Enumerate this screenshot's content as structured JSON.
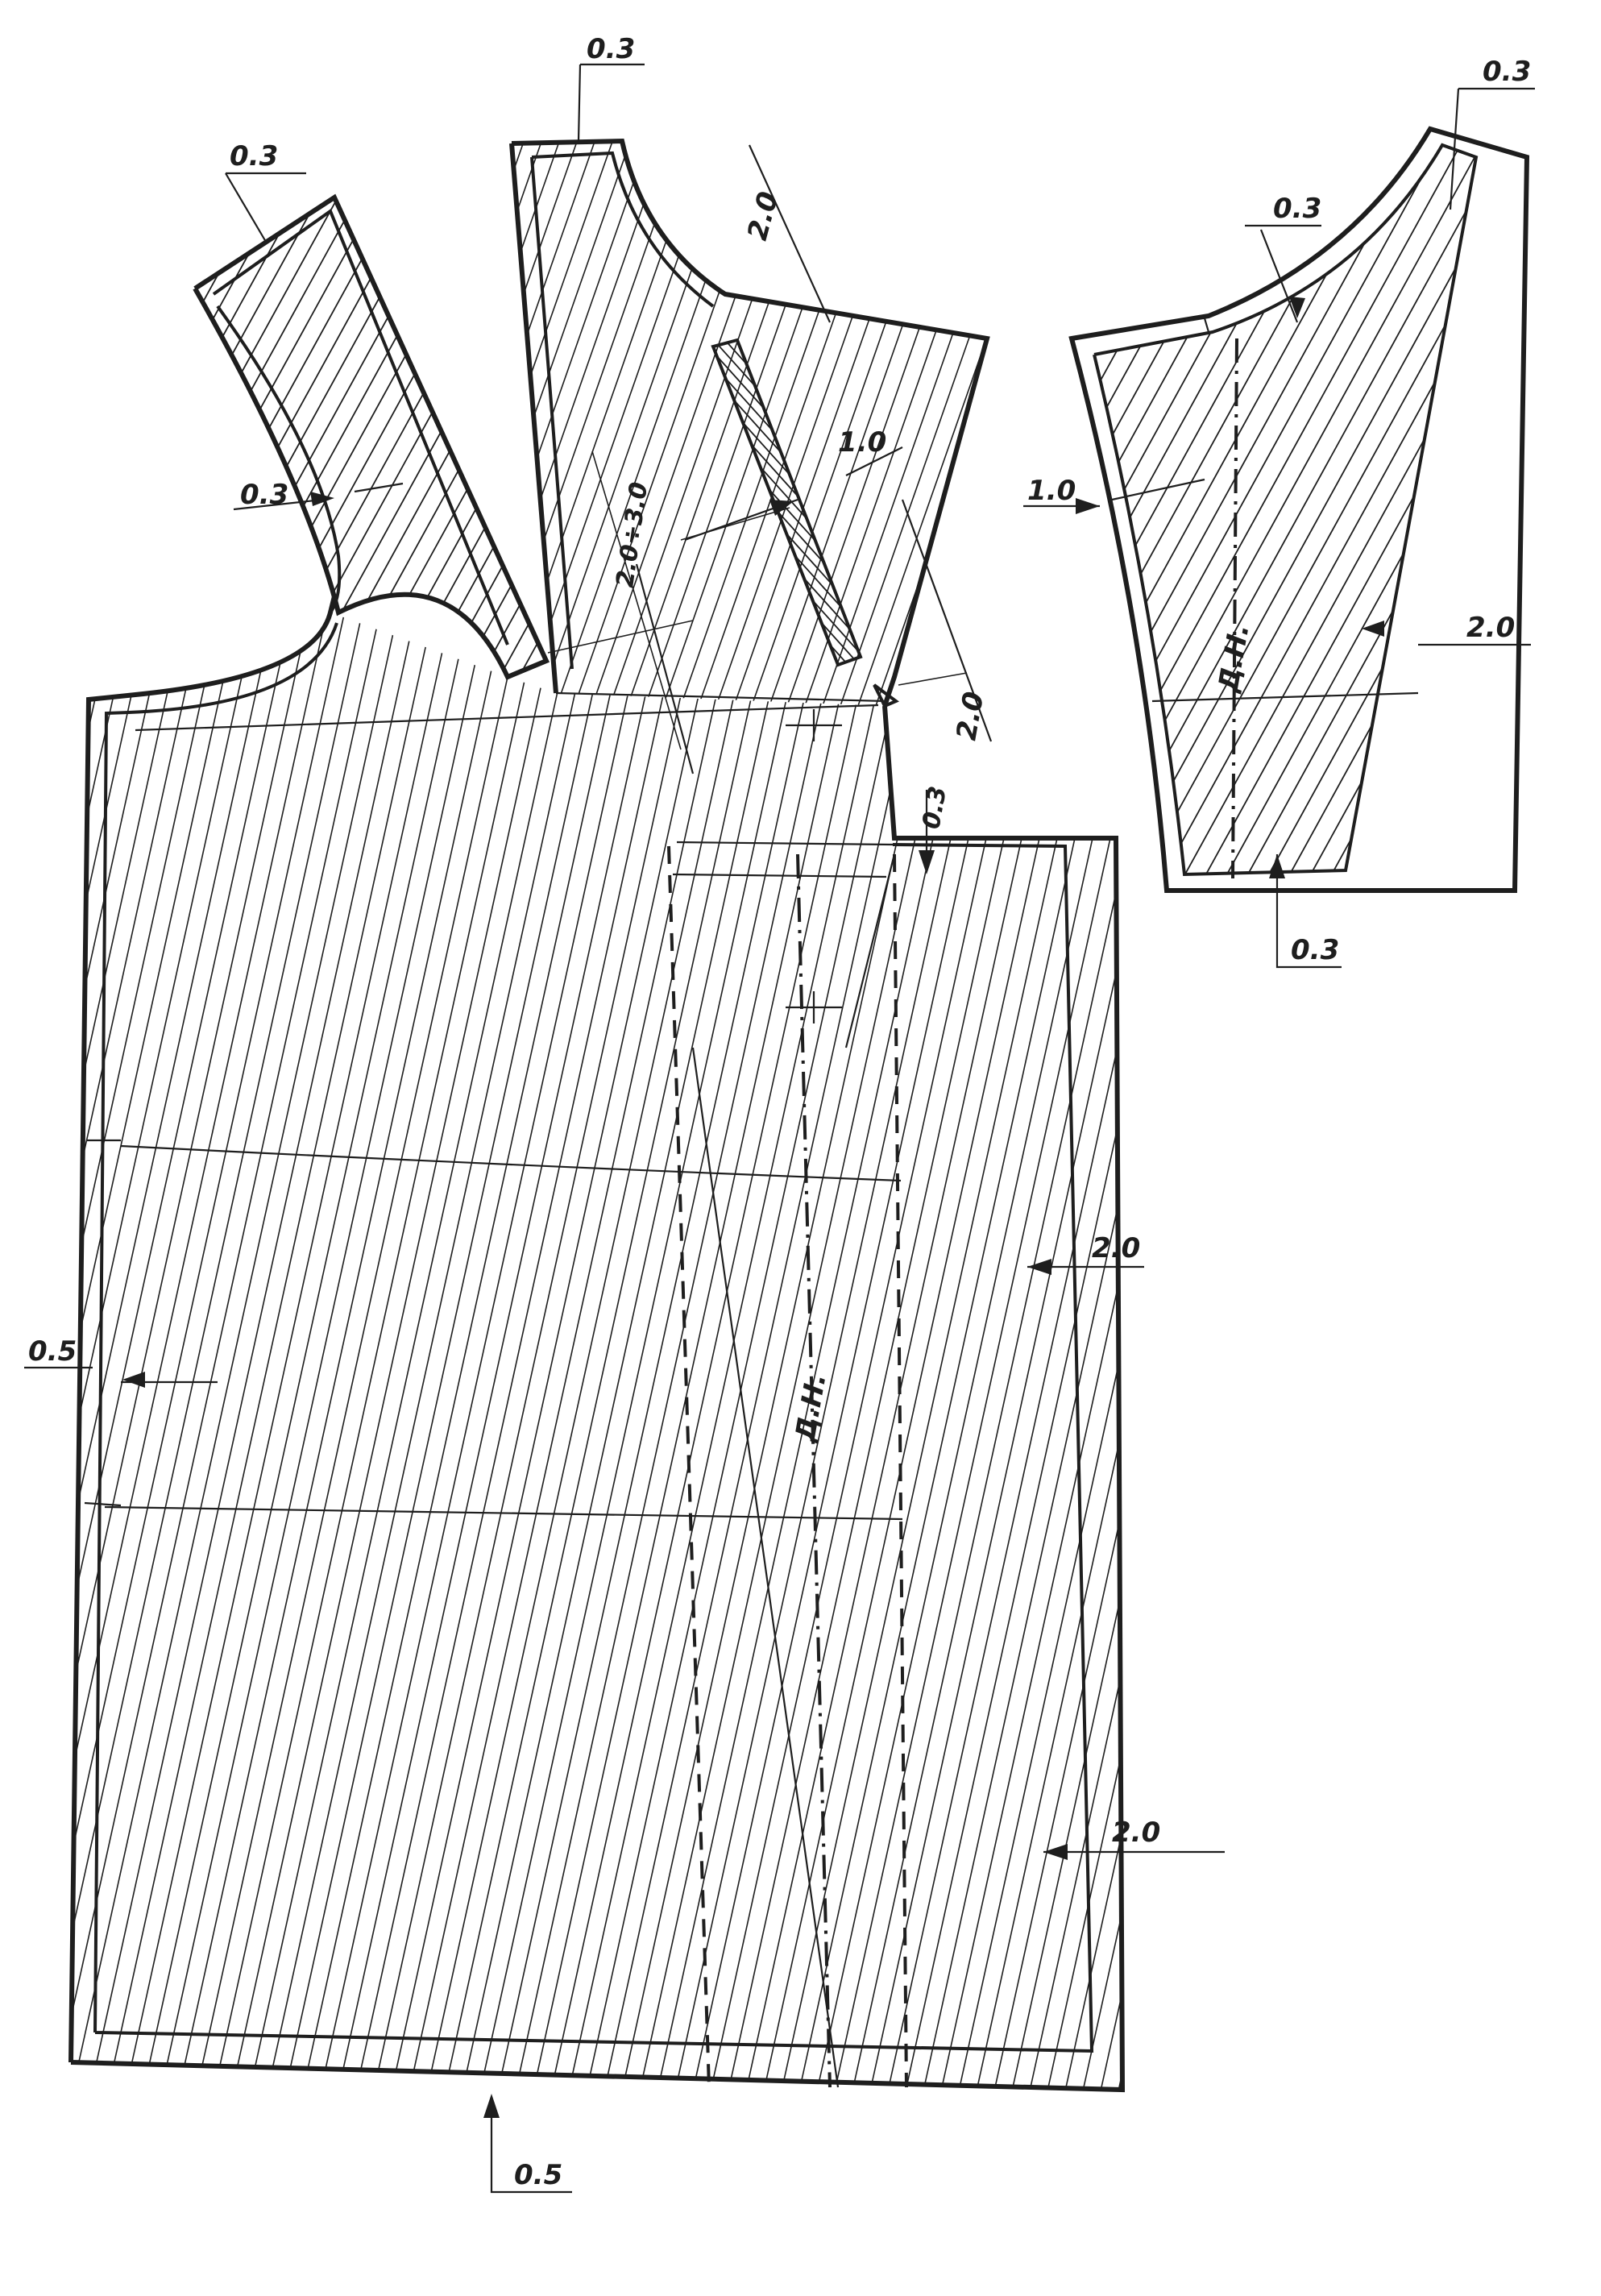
{
  "palette": {
    "ink": "#1e1e1e",
    "paper": "#ffffff"
  },
  "labels": {
    "front_shoulder_top": "0.3",
    "neck_top": "0.3",
    "armhole": "0.3",
    "neck_dart_side": "2.0",
    "neck_dart_inner": "2.0÷3.0",
    "facing": "1.0",
    "dart_side_lower": "2.0",
    "side_notch": "0.3",
    "side_upper": "2.0",
    "side_lower": "2.0",
    "center_front": "0.5",
    "hem": "0.5",
    "grain_main": "Д.Н.",
    "sleeve_top": "0.3",
    "sleeve_cap": "0.3",
    "sleeve_front": "1.0",
    "sleeve_back": "2.0",
    "sleeve_hem": "0.3",
    "grain_sleeve": "Д.Н."
  }
}
